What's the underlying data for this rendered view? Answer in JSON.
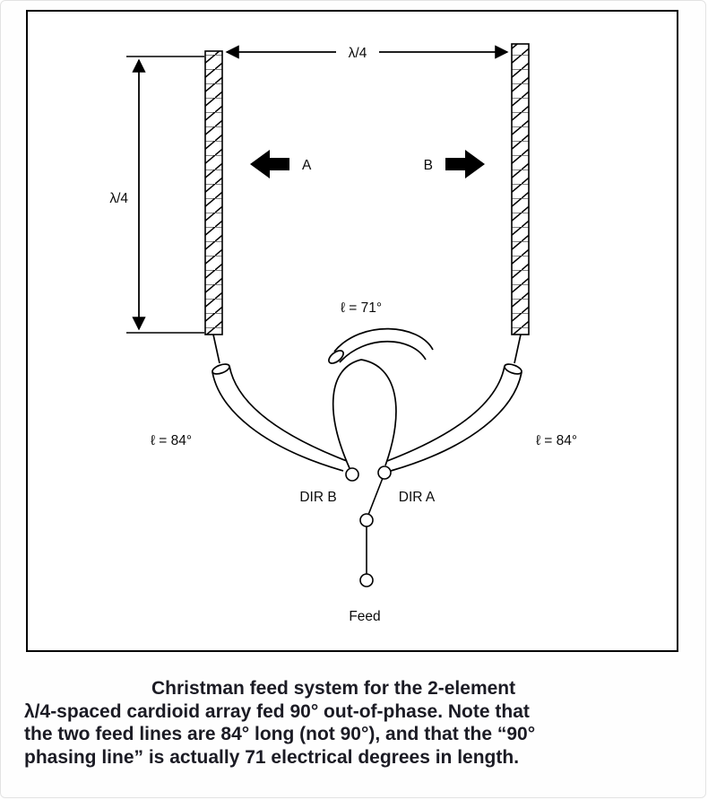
{
  "diagram": {
    "labels": {
      "spacing_top": "λ/4",
      "height_left": "λ/4",
      "direction_a": "A",
      "direction_b": "B",
      "phasing": "ℓ = 71°",
      "feed_left": "ℓ = 84°",
      "feed_right": "ℓ = 84°",
      "dir_b": "DIR B",
      "dir_a": "DIR A",
      "feed": "Feed"
    }
  },
  "caption": {
    "lines": [
      "Christman feed system for the 2-element",
      "λ/4-spaced cardioid array fed 90° out-of-phase. Note that",
      "the two feed lines are 84° long (not 90°), and that the “90°",
      "phasing line” is actually 71 electrical degrees in length."
    ]
  },
  "colors": {
    "ink": "#000000",
    "caption_text": "#1b1b24",
    "frame_border": "#000000",
    "page_border": "#e3e3e3"
  }
}
